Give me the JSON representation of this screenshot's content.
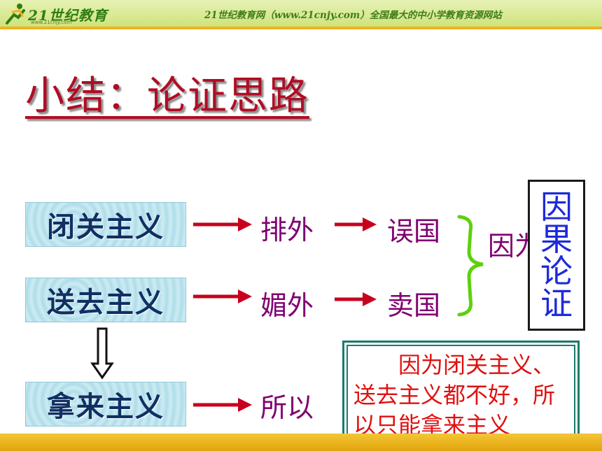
{
  "header": {
    "logo_text": "21世纪教育",
    "logo_url": "www.21cnjy.com",
    "slogan": "21世纪教育网（www.21cnjy.com）全国最大的中小学教育资源网站"
  },
  "title": "小结：论证思路",
  "diagram": {
    "isms": [
      "闭关主义",
      "送去主义",
      "拿来主义"
    ],
    "effects": [
      "排外",
      "媚外",
      "所以"
    ],
    "results": [
      "误国",
      "卖国"
    ],
    "because_label": "因为",
    "causal_label": "因果论证",
    "summary": "因为闭关主义、送去主义都不好，所以只能拿来主义"
  },
  "colors": {
    "title": "#b00d24",
    "arrow": "#c8001e",
    "ism_text": "#103063",
    "word": "#800070",
    "causal": "#1e2bd9",
    "summary_text": "#e01010",
    "summary_border": "#1b7a6c",
    "brace": "#5fd00e"
  }
}
